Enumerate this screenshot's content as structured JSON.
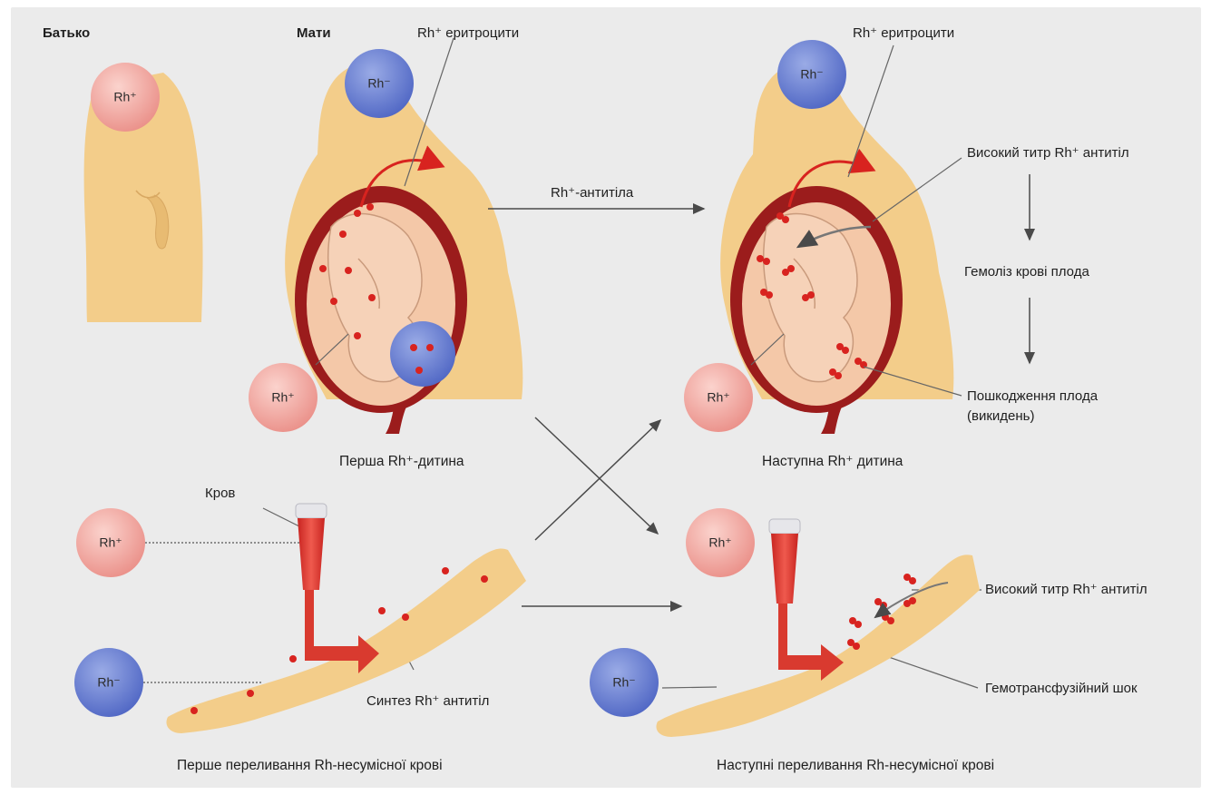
{
  "labels": {
    "father": "Батько",
    "mother": "Мати",
    "rh_pos_rbc_1": "Rh⁺ еритроцити",
    "rh_pos_rbc_2": "Rh⁺ еритроцити",
    "antibodies": "Rh⁺-антитіла",
    "high_titer_top": "Високий титр Rh⁺ антитіл",
    "hemolysis": "Гемоліз крові плода",
    "fetal_damage_line1": "Пошкодження плода",
    "fetal_damage_line2": "(викидень)",
    "first_child": "Перша Rh⁺-дитина",
    "next_child": "Наступна Rh⁺ дитина",
    "blood": "Кров",
    "synthesis": "Синтез Rh⁺ антитіл",
    "high_titer_bottom": "Високий титр Rh⁺ антитіл",
    "shock": "Гемотрансфузійний шок",
    "first_transfusion": "Перше переливання Rh-несумісної крові",
    "next_transfusion": "Наступні переливання Rh-несумісної крові"
  },
  "circles": {
    "rh_pos": "Rh⁺",
    "rh_neg": "Rh⁻"
  },
  "colors": {
    "background": "#ebebeb",
    "skin": "#f3cd8a",
    "rh_pos_fill": "#f0a7a0",
    "rh_neg_fill": "#6a80cf",
    "uterus": "#9b1c1c",
    "blood_red": "#d8231f",
    "arrow_gray": "#555555"
  }
}
